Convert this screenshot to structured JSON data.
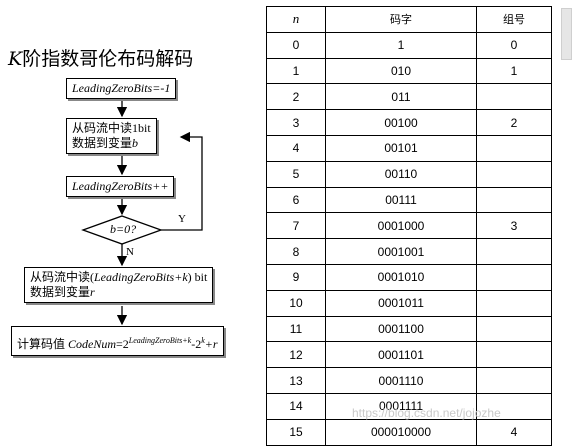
{
  "title": {
    "k": "K",
    "rest": "阶指数哥伦布码解码"
  },
  "flow": {
    "init": "LeadingZeroBits=-1",
    "read1_a": "从码流中读1bit",
    "read1_b_prefix": "数据到变量",
    "read1_b_var": "b",
    "increment": "LeadingZeroBits++",
    "decision": "b=0?",
    "yes": "Y",
    "no": "N",
    "read2_a_prefix": "从码流中读(",
    "read2_a_expr": "LeadingZeroBits+k",
    "read2_a_suffix": ") bit",
    "read2_b_prefix": "数据到变量",
    "read2_b_var": "r",
    "calc_prefix": "计算码值 ",
    "calc_var": "CodeNum",
    "calc_eq": "=2",
    "calc_sup1": "LeadingZeroBits+k",
    "calc_mid": "-2",
    "calc_sup2": "k",
    "calc_end": "+r"
  },
  "table": {
    "headers": {
      "n": "n",
      "code": "码字",
      "group": "组号"
    },
    "rows": [
      {
        "n": "0",
        "code": "1",
        "group": "0"
      },
      {
        "n": "1",
        "code": "010",
        "group": "1"
      },
      {
        "n": "2",
        "code": "011",
        "group": ""
      },
      {
        "n": "3",
        "code": "00100",
        "group": "2"
      },
      {
        "n": "4",
        "code": "00101",
        "group": ""
      },
      {
        "n": "5",
        "code": "00110",
        "group": ""
      },
      {
        "n": "6",
        "code": "00111",
        "group": ""
      },
      {
        "n": "7",
        "code": "0001000",
        "group": "3"
      },
      {
        "n": "8",
        "code": "0001001",
        "group": ""
      },
      {
        "n": "9",
        "code": "0001010",
        "group": ""
      },
      {
        "n": "10",
        "code": "0001011",
        "group": ""
      },
      {
        "n": "11",
        "code": "0001100",
        "group": ""
      },
      {
        "n": "12",
        "code": "0001101",
        "group": ""
      },
      {
        "n": "13",
        "code": "0001110",
        "group": ""
      },
      {
        "n": "14",
        "code": "0001111",
        "group": ""
      },
      {
        "n": "15",
        "code": "000010000",
        "group": "4"
      }
    ]
  },
  "watermark": "https://blog.csdn.net/jojozhe"
}
